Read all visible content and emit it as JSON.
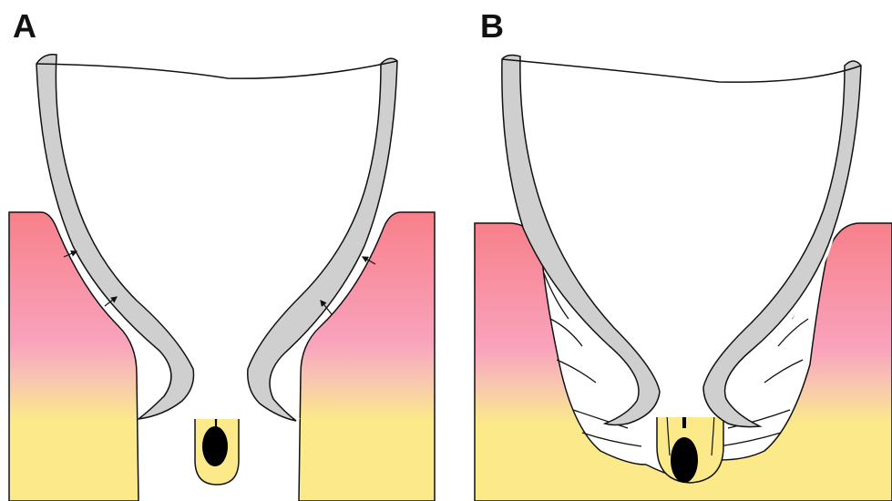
{
  "panels": [
    {
      "id": "a",
      "label": "A"
    },
    {
      "id": "b",
      "label": "B"
    }
  ],
  "colors": {
    "tissue_top": "#f7808a",
    "tissue_mid": "#f9a3bd",
    "tissue_bottom": "#fbe98a",
    "instrument_fill": "#cfcfcf",
    "outline": "#111111",
    "hair": "#000000",
    "background": "#ffffff"
  },
  "icons": [
    "arrow-icon",
    "hair-shaft-icon",
    "hair-bulb-icon"
  ]
}
